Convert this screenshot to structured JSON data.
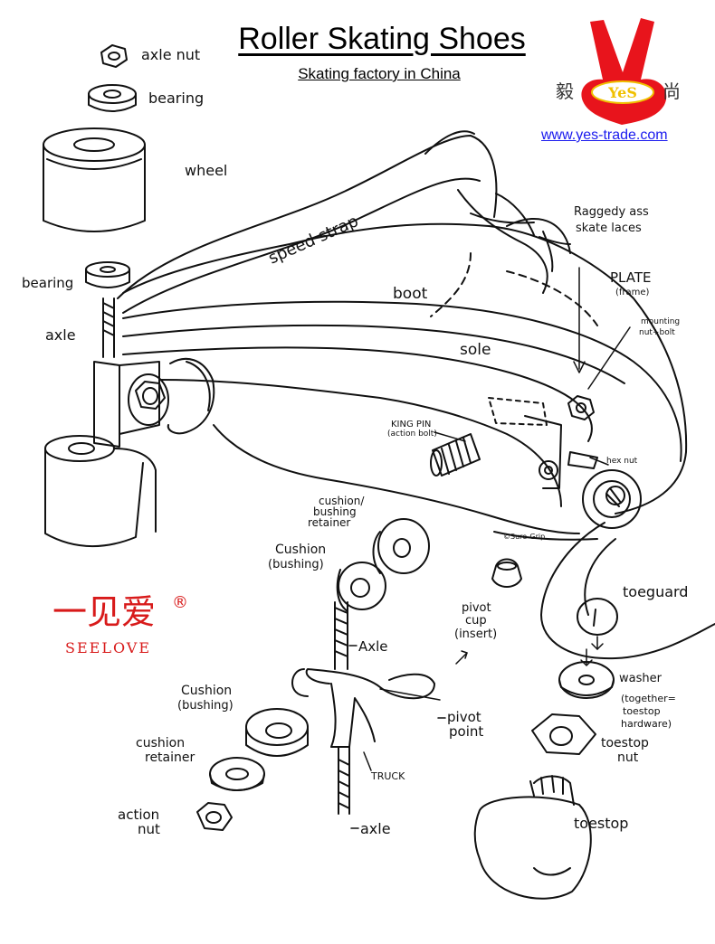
{
  "header": {
    "title": "Roller Skating Shoes",
    "subtitle": "Skating factory in China"
  },
  "brand": {
    "logo_left_char": "毅",
    "logo_mid": "YeS",
    "logo_right_char": "尚",
    "url": "www.yes-trade.com",
    "heart_color": "#e8141c",
    "logo_text_color": "#f0c000",
    "url_color": "#1a1aee"
  },
  "watermark": {
    "chinese": "一见爱",
    "registered": "®",
    "latin": "SEELOVE",
    "color": "#d81a1a"
  },
  "labels": {
    "axle_nut": "axle nut",
    "bearing_top": "bearing",
    "wheel": "wheel",
    "bearing_left": "bearing",
    "axle_left": "axle",
    "speed_strap": "speed strap",
    "laces_1": "Raggedy ass",
    "laces_2": "skate laces",
    "boot": "boot",
    "plate_1": "PLATE",
    "plate_2": "(frame)",
    "mounting_1": "mounting",
    "mounting_2": "nut+bolt",
    "sole": "sole",
    "kingpin_1": "KING PIN",
    "kingpin_2": "(action bolt)",
    "hex_nut": "hex nut",
    "retainer_1": "cushion/",
    "retainer_2": "bushing",
    "retainer_3": "retainer",
    "cushion_top_1": "Cushion",
    "cushion_top_2": "(bushing)",
    "pivot_cup_1": "pivot",
    "pivot_cup_2": "cup",
    "pivot_cup_3": "(insert)",
    "toeguard": "toeguard",
    "axle_mid": "Axle",
    "washer_1": "washer",
    "washer_2": "(together=",
    "washer_3": "toestop",
    "washer_4": "hardware)",
    "cushion_low_1": "Cushion",
    "cushion_low_2": "(bushing)",
    "pivot_point_1": "pivot",
    "pivot_point_2": "point",
    "cushion_ret_1": "cushion",
    "cushion_ret_2": "retainer",
    "toestop_nut_1": "toestop",
    "toestop_nut_2": "nut",
    "truck": "TRUCK",
    "action_nut_1": "action",
    "action_nut_2": "nut",
    "axle_bottom": "axle",
    "toestop": "toestop"
  }
}
